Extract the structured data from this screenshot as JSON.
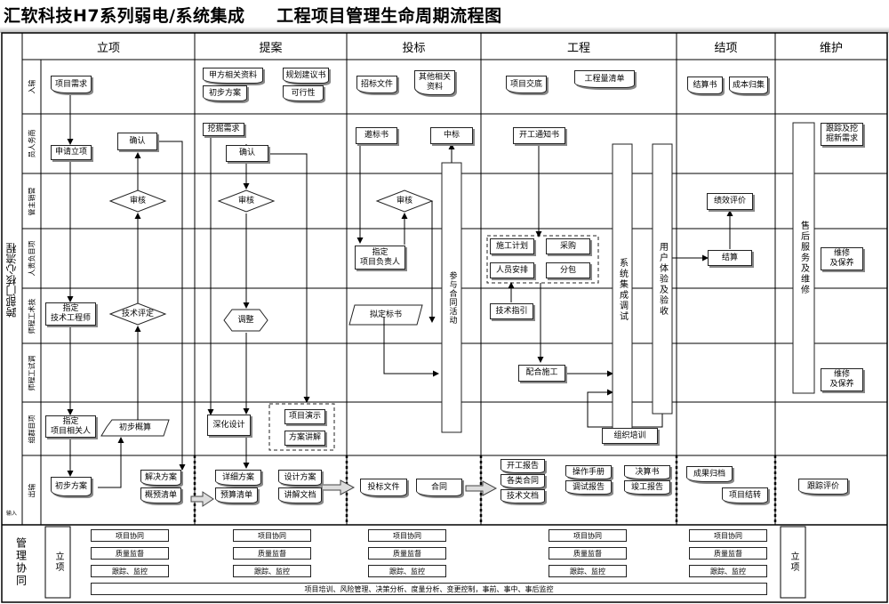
{
  "title": "汇软科技H7系列弱电/系统集成     工程项目管理生命周期流程图",
  "left_vertical": "跨部门核心流程",
  "side_note": "输入",
  "phases": [
    "立项",
    "提案",
    "投标",
    "工程",
    "结项",
    "维护"
  ],
  "lanes": [
    "入输",
    "员人务商",
    "管主销营",
    "人责负目项",
    "师程工术技",
    "师程工试调",
    "组群目项",
    "出输"
  ],
  "nodes": {
    "n_xmxq": "项目需求",
    "n_jfzl": "甲方相关资料",
    "n_csfa": "初步方案",
    "n_ghjy": "规划建议书",
    "n_kxx": "可行性",
    "n_zbwj": "招标文件",
    "n_qtzl": "其他相关\n资料",
    "n_xmjd": "项目交底",
    "n_gcqd": "工程量清单",
    "n_jss": "结算书",
    "n_cbgj": "成本归集",
    "n_sqlx": "申请立项",
    "n_qr1": "确认",
    "n_wjxq": "挖掘需求",
    "n_qr2": "确认",
    "n_ybs": "邀标书",
    "n_zb": "中标",
    "n_kgtzs": "开工通知书",
    "n_gzjw": "跟踪及挖\n掘新需求",
    "n_sh1": "审核",
    "n_sh2": "审核",
    "n_sh3": "审核",
    "n_jxpj": "绩效评价",
    "n_zdfzr": "指定\n项目负责人",
    "n_sgjh": "施工计划",
    "n_cg": "采购",
    "n_ryap": "人员安排",
    "n_fb": "分包",
    "n_js": "结算",
    "n_wx1": "维修\n及保养",
    "n_zdjs": "指定\n技术工程师",
    "n_jspd": "技术评定",
    "n_tz": "调整",
    "n_nbs": "拟定标书",
    "n_jszy": "技术指引",
    "n_phsg": "配合施工",
    "n_wx2": "维修\n及保养",
    "n_zdxr": "指定\n项目相关人",
    "n_cbgs": "初步概算",
    "n_shsj": "深化设计",
    "n_xmys": "项目演示",
    "n_fajj": "方案讲解",
    "n_zzpx": "组织培训",
    "n_cbfa": "初步方案",
    "n_jjfa": "解决方案",
    "n_gsqd": "概预清单",
    "n_xxfa": "详细方案",
    "n_ysqd": "预算清单",
    "n_sjfa": "设计方案",
    "n_jjwd": "讲解文档",
    "n_tbwj": "投标文件",
    "n_ht": "合同",
    "n_kgbg": "开工报告",
    "n_glht": "各类合同",
    "n_jswd": "技术文档",
    "n_czsc": "操作手册",
    "n_tsbg": "调试报告",
    "n_jsss": "决算书",
    "n_jgbg": "竣工报告",
    "n_cggd": "成果归档",
    "n_xmjz": "项目结转",
    "n_gzpj": "跟踪评价",
    "n_cyht": "参与合同活动",
    "n_xtjc": "系统集成调试",
    "n_yhty": "用户体验及验收",
    "n_shfw": "售后服务及维修"
  },
  "management": {
    "label": "管理协同",
    "left_tag": "立项",
    "right_tag": "立项",
    "items": [
      "项目协同",
      "质量监督",
      "跟踪、监控"
    ],
    "bottom": "项目培训、风险管理、决策分析、度量分析、变更控制，事前、事中、事后监控"
  }
}
